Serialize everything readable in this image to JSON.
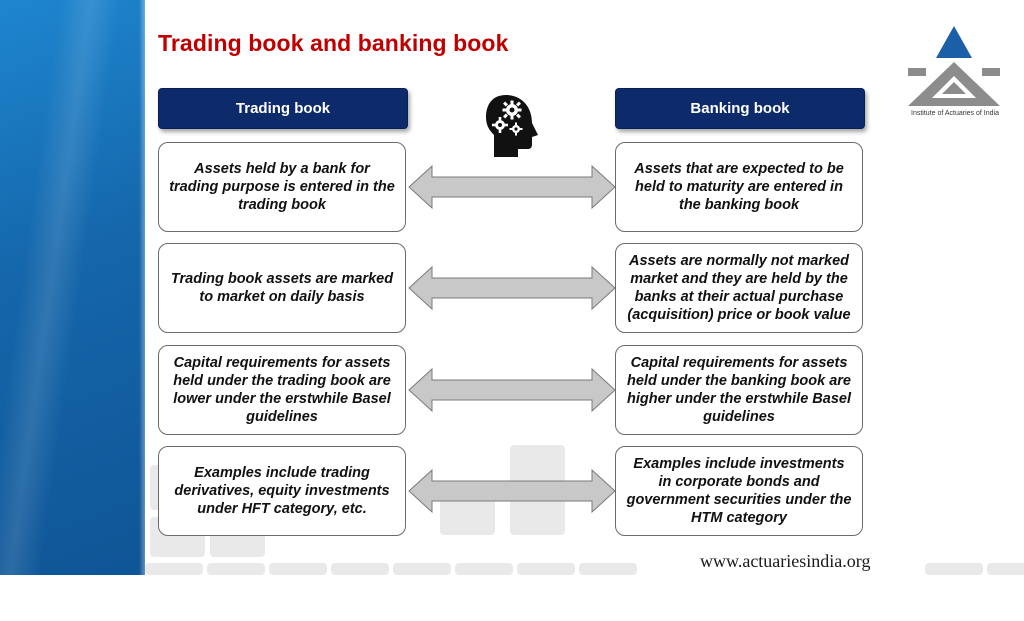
{
  "slide": {
    "title": "Trading book and banking book",
    "website": "www.actuariesindia.org"
  },
  "logo": {
    "caption": "Institute of Actuaries of India",
    "colors": {
      "triangle": "#1b5fa8",
      "mark": "#8c8c8c"
    }
  },
  "columns": {
    "left_header": "Trading book",
    "right_header": "Banking book"
  },
  "rows": [
    {
      "left": "Assets held by a bank for trading purpose is entered in the trading book",
      "right": "Assets that are expected to be held to maturity are entered in the banking book"
    },
    {
      "left": "Trading book assets are marked to market on daily basis",
      "right": "Assets are normally not marked market and they are held by the banks at their actual purchase (acquisition) price or book value"
    },
    {
      "left": "Capital requirements for assets held under the trading book are lower under the erstwhile Basel guidelines",
      "right": "Capital requirements for assets held under the banking book are higher under the erstwhile Basel guidelines"
    },
    {
      "left": "Examples include trading derivatives, equity investments under HFT category, etc.",
      "right": "Examples include investments in corporate bonds and government securities under the HTM category"
    }
  ],
  "icons": {
    "comparison_arrow": "double-headed-arrow-icon",
    "thinking": "head-with-gears-icon"
  },
  "theme": {
    "title_color": "#c00000",
    "header_fill": "#0d2a6b",
    "arrow_fill": "#c8c8c8",
    "sidebar_blue": "#1566aa"
  }
}
